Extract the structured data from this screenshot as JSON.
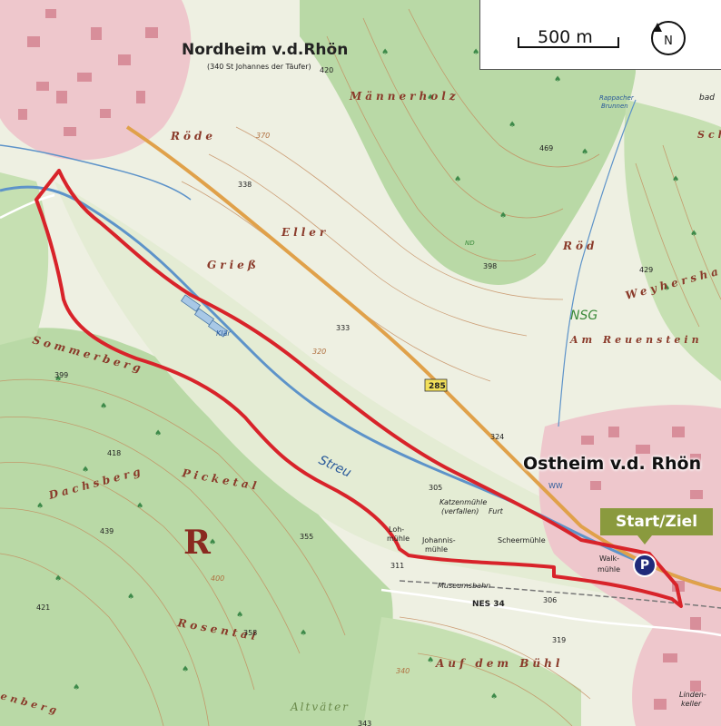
{
  "map": {
    "scale_label": "500 m",
    "north_label": "N",
    "start_label": "Start/Ziel",
    "parking_label": "P",
    "towns": {
      "nordheim": "Nordheim v.d.Rhön",
      "nordheim_sub": "(340 St Johannes der Täufer)",
      "ostheim": "Ostheim v.d. Rhön"
    },
    "labels": {
      "maennerholz": "Männerholz",
      "roede": "Röde",
      "eller": "Eller",
      "griess": "Grieß",
      "roed": "Röd",
      "weyhershauk": "Weyhershauk",
      "nsg": "NSG",
      "am_reuenstein": "Am Reuenstein",
      "sommerberg": "Sommerberg",
      "picketal": "Picketal",
      "dachsberg": "Dachsberg",
      "rosental": "Rosental",
      "altvaeter": "Altväter",
      "auf_dem_buehl": "Auf dem Bühl",
      "streu": "Streu",
      "klaer": "Klär",
      "katzenmuehle": "Katzenmühle",
      "verfallen": "(verfallen)",
      "furt": "Furt",
      "lohmuehle_a": "Loh-",
      "lohmuehle_b": "mühle",
      "johannismuehle_a": "Johannis-",
      "johannismuehle_b": "mühle",
      "scheermuehle": "Scheermühle",
      "walkmuehle_a": "Walk-",
      "walkmuehle_b": "mühle",
      "museumsbahn": "Museumsbahn",
      "nes34": "NES 34",
      "rappacher_a": "Rappacher",
      "rappacher_b": "Brunnen",
      "ww": "WW",
      "nd": "ND",
      "r_letter": "R",
      "lindenkeller_a": "Linden-",
      "lindenkeller_b": "keller",
      "road_285": "285",
      "bad": "bad",
      "sch": "Sch",
      "enberg": "enberg"
    },
    "elevations": {
      "e420": "420",
      "e469": "469",
      "e338": "338",
      "e398": "398",
      "e429": "429",
      "e333": "333",
      "e399": "399",
      "e418": "418",
      "e439": "439",
      "e421": "421",
      "e355": "355",
      "e311": "311",
      "e324": "324",
      "e305": "305",
      "e306": "306",
      "e319": "319",
      "e358": "358",
      "e370": "370",
      "e320": "320",
      "e400": "400",
      "e340": "340",
      "e343": "343"
    }
  }
}
